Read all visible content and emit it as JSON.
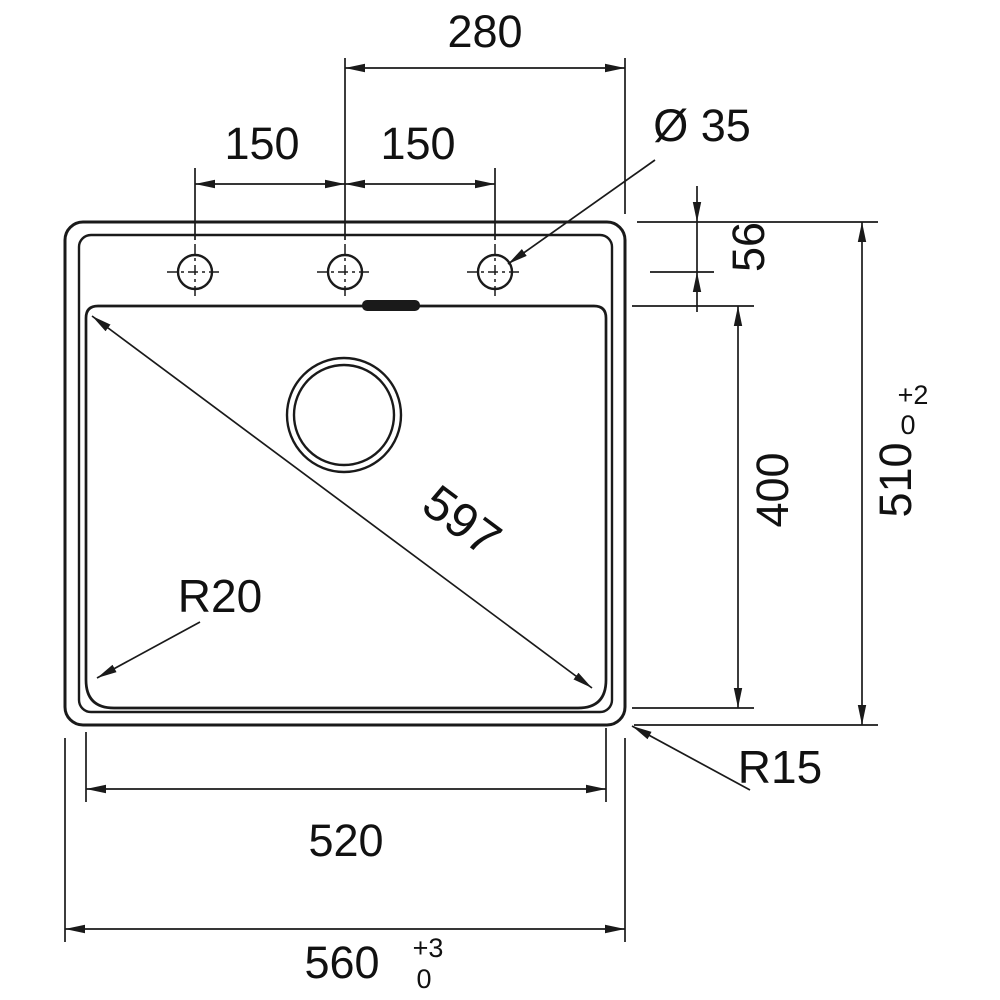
{
  "colors": {
    "line": "#1a1a1a",
    "background": "#ffffff"
  },
  "dims": {
    "tap_hole_span": "280",
    "tap_hole_pitch_left": "150",
    "tap_hole_pitch_right": "150",
    "tap_hole_diameter": "Ø 35",
    "rim_to_tap_centre": "56",
    "bowl_front_to_back": "400",
    "overall_depth": "510",
    "overall_depth_tol_upper": "+2",
    "overall_depth_tol_lower": "0",
    "bowl_diagonal": "597",
    "bowl_corner_radius": "R20",
    "outer_corner_radius": "R15",
    "bowl_width": "520",
    "overall_width": "560",
    "overall_width_tol_upper": "+3",
    "overall_width_tol_lower": "0"
  }
}
